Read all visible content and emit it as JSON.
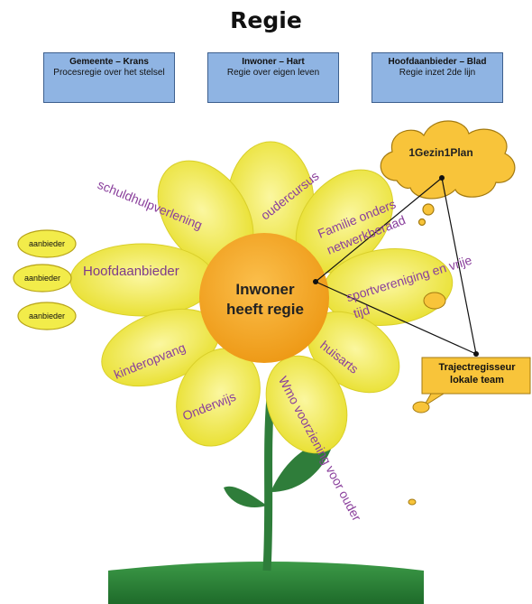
{
  "title": "Regie",
  "header_boxes": [
    {
      "heading": "Gemeente – Krans",
      "sub": "Procesregie over het stelsel"
    },
    {
      "heading": "Inwoner – Hart",
      "sub": "Regie over eigen leven"
    },
    {
      "heading": "Hoofdaanbieder – Blad",
      "sub": "Regie inzet 2de lijn"
    }
  ],
  "center": {
    "line1": "Inwoner",
    "line2": "heeft regie"
  },
  "petals": {
    "schuldhulp": "schuldhulpverlening",
    "ouder": "oudercursus",
    "familie1": "Familie onders",
    "familie2": "netwerkberaad",
    "hoofd": "Hoofdaanbieder",
    "sport1": "sportvereniging en vrije",
    "sport2": "tijd",
    "kinder": "kinderopvang",
    "huisarts": "huisarts",
    "onderwijs": "Onderwijs",
    "wmo": "Wmo voorziening voor ouder"
  },
  "aanbieders": [
    "aanbieder",
    "aanbieder",
    "aanbieder"
  ],
  "cloud": {
    "label": "1Gezin1Plan"
  },
  "traject": {
    "line1": "Trajectregisseur",
    "line2": "lokale team"
  },
  "colors": {
    "box_fill": "#8fb4e3",
    "petal_fill": "#f2ec4a",
    "center_fill": "#f5a623",
    "cloud_fill": "#f8c43a",
    "label_purple": "#8a3f9c",
    "stem": "#2e7d3a",
    "ground": "#2f8a3a"
  }
}
